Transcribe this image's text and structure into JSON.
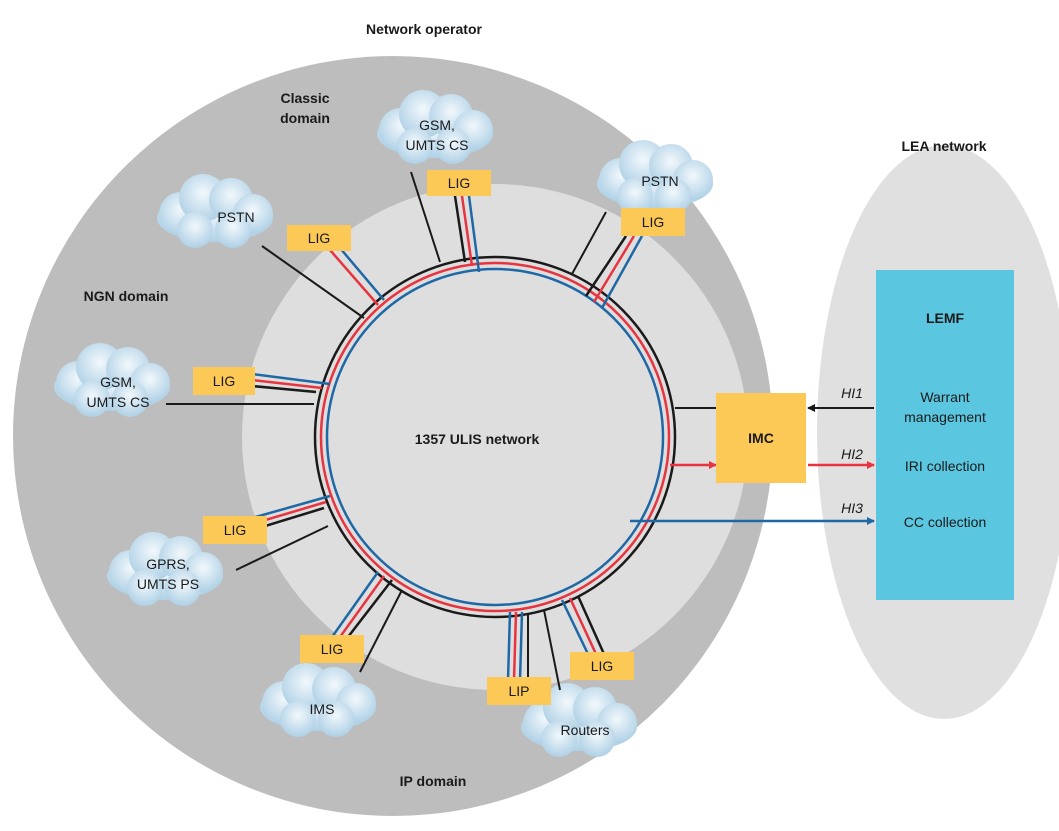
{
  "colors": {
    "outer_domain": "#bdbdbd",
    "inner_domain": "#dedede",
    "lea_network": "#e0e0e0",
    "lemf": "#5bc6e0",
    "box": "#fcc856",
    "cloud": "#bcd8ea",
    "black_line": "#1a1a1a",
    "red_line": "#e8343f",
    "blue_line": "#1f68a6"
  },
  "labels": {
    "network_operator": "Network operator",
    "lea_network": "LEA network",
    "classic_domain_line1": "Classic",
    "classic_domain_line2": "domain",
    "ngn_domain": "NGN domain",
    "ip_domain": "IP domain",
    "ulis_network": "1357 ULIS network"
  },
  "clouds": {
    "gsm_top_line1": "GSM,",
    "gsm_top_line2": "UMTS CS",
    "pstn_left": "PSTN",
    "pstn_right": "PSTN",
    "gsm_left_line1": "GSM,",
    "gsm_left_line2": "UMTS CS",
    "gprs_line1": "GPRS,",
    "gprs_line2": "UMTS PS",
    "ims": "IMS",
    "routers": "Routers"
  },
  "boxes": {
    "lig_top": "LIG",
    "lig_pstn_left": "LIG",
    "lig_pstn_right": "LIG",
    "lig_gsm_left": "LIG",
    "lig_gprs": "LIG",
    "lig_ims": "LIG",
    "lip": "LIP",
    "lig_routers": "LIG",
    "imc": "IMC"
  },
  "lemf": {
    "title": "LEMF",
    "warrant_line1": "Warrant",
    "warrant_line2": "management",
    "iri": "IRI collection",
    "cc": "CC collection"
  },
  "handover": {
    "hi1": "HI1",
    "hi2": "HI2",
    "hi3": "HI3"
  }
}
